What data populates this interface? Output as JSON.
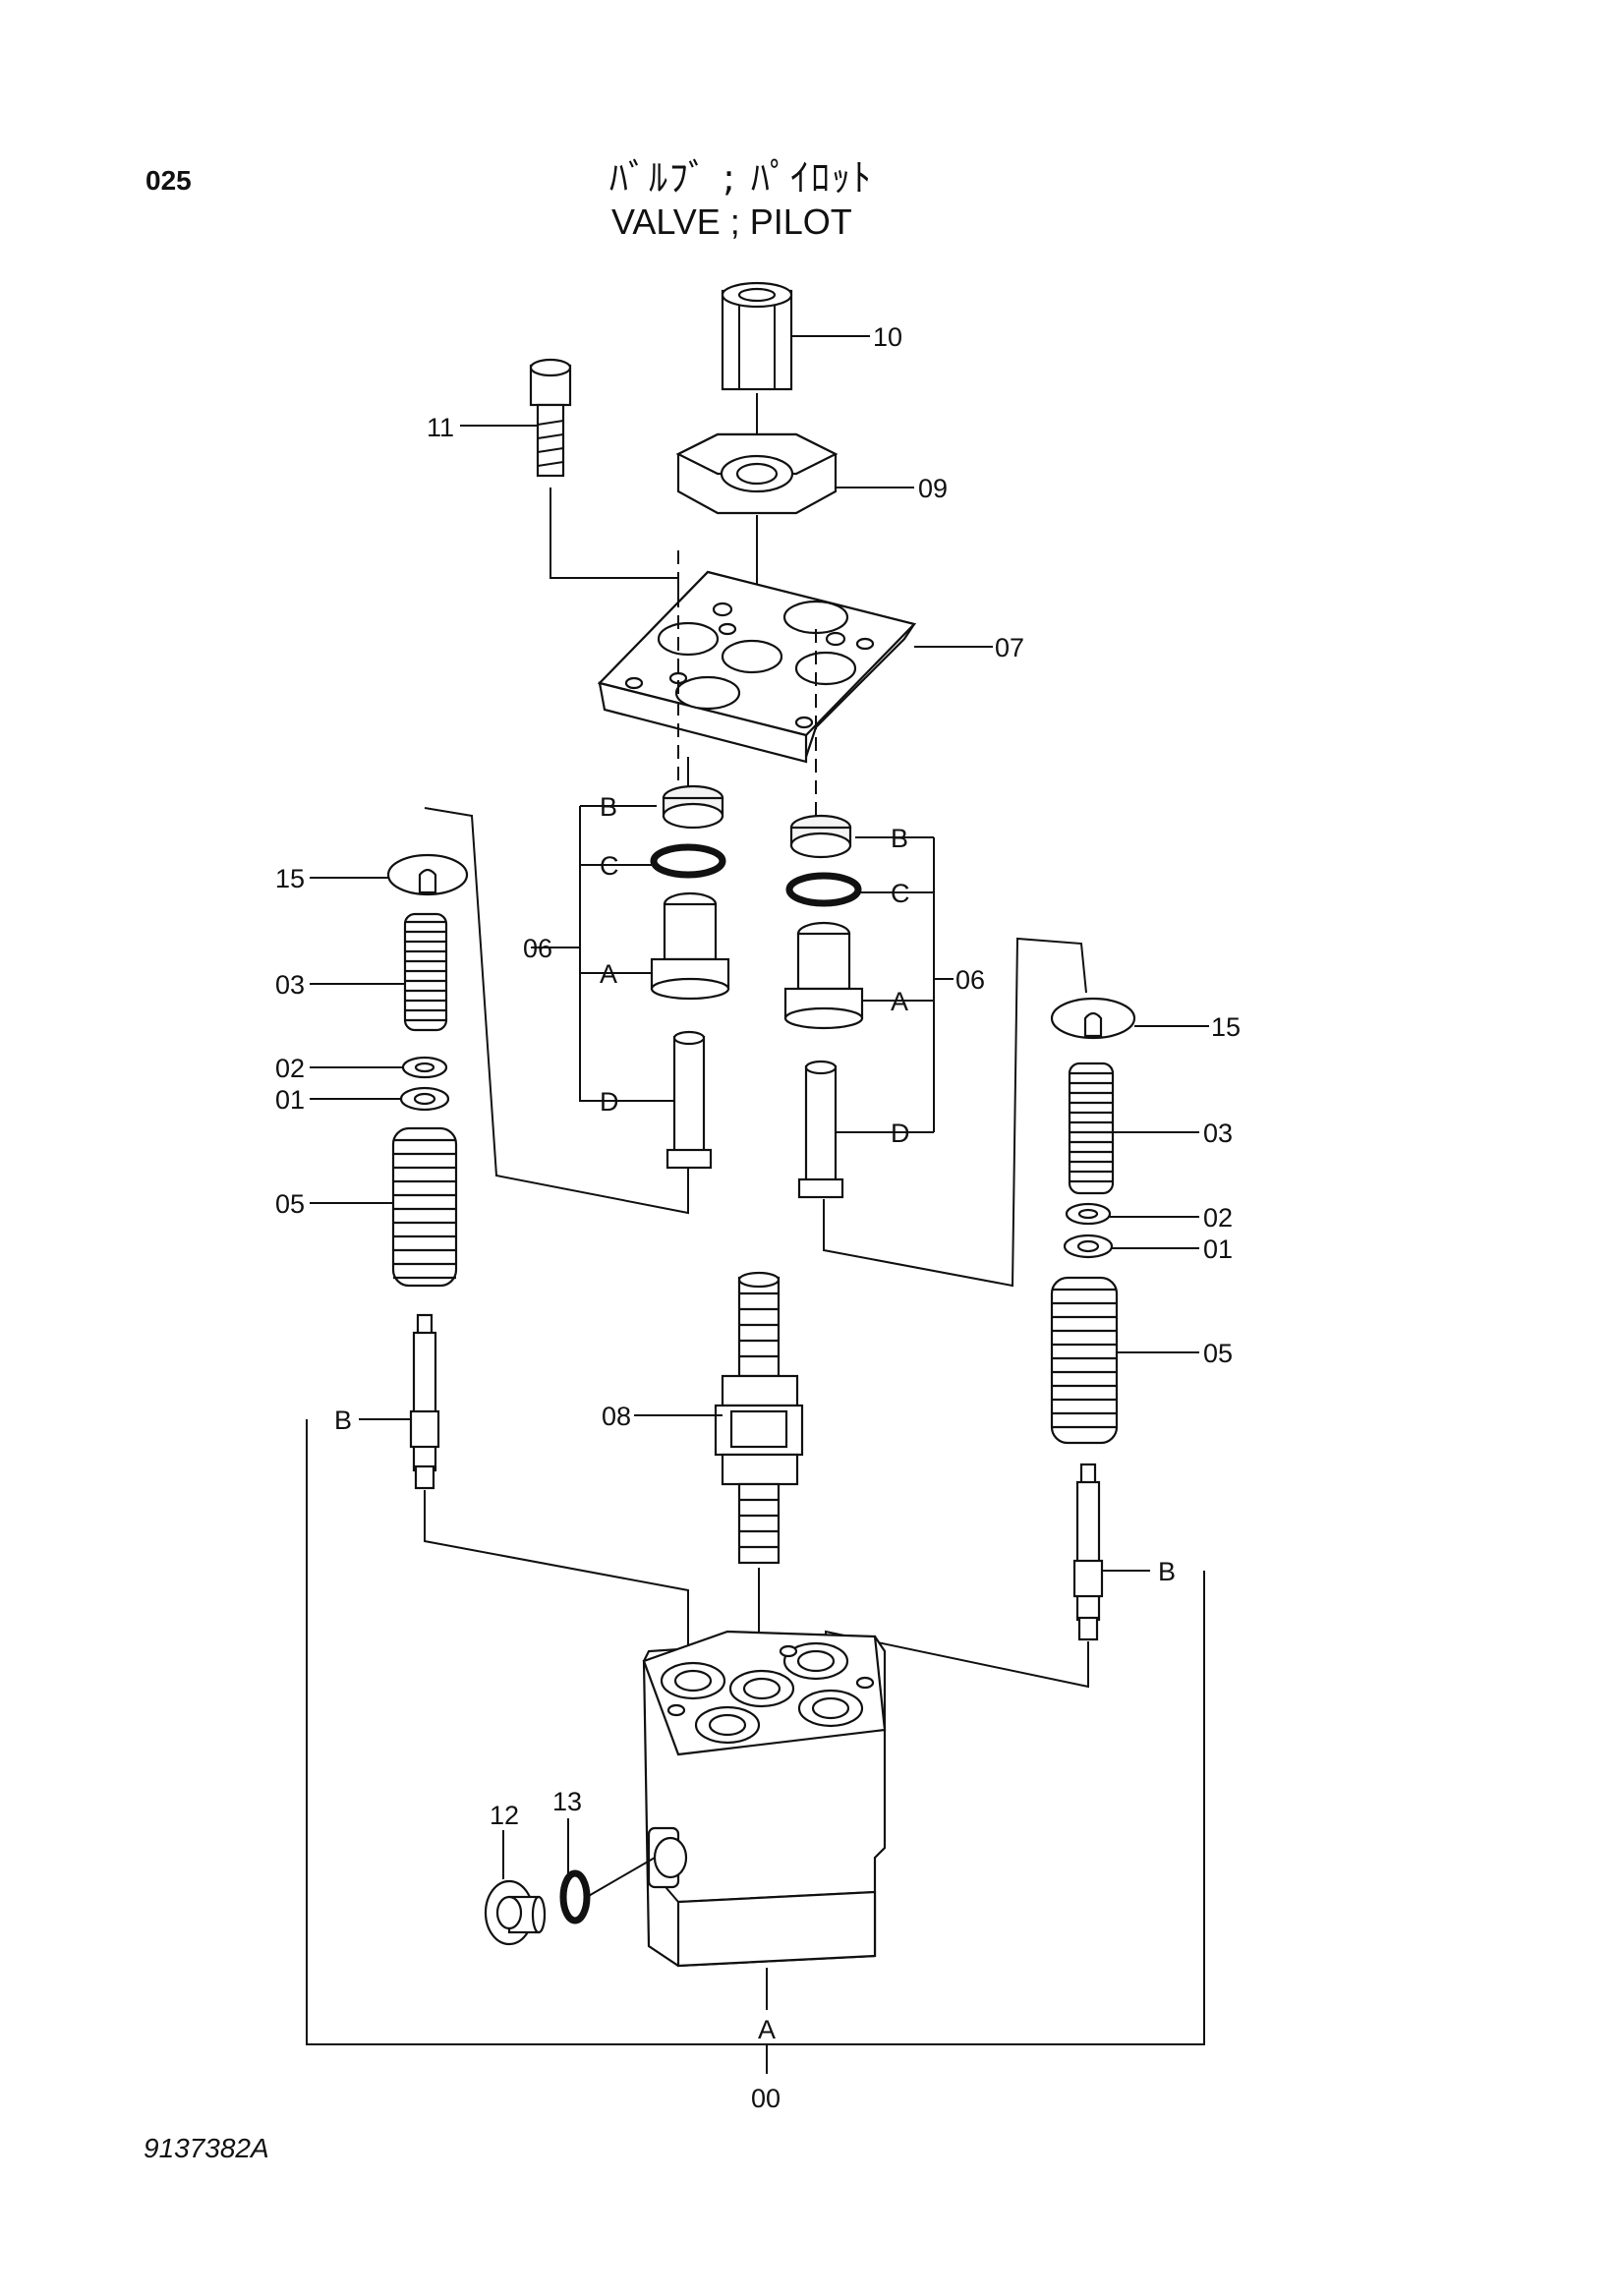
{
  "header": {
    "page_number": "025",
    "title_jp": "ﾊﾞﾙﾌﾞ ; ﾊﾟｲﾛｯﾄ",
    "title_en": "VALVE ; PILOT"
  },
  "footer": {
    "document_number": "9137382A"
  },
  "callouts": {
    "p00": "00",
    "p01_left": "01",
    "p01_right": "01",
    "p02_left": "02",
    "p02_right": "02",
    "p03_left": "03",
    "p03_right": "03",
    "p05_left": "05",
    "p05_right": "05",
    "p06_left": "06",
    "p06_right": "06",
    "p07": "07",
    "p08": "08",
    "p09": "09",
    "p10": "10",
    "p11": "11",
    "p12": "12",
    "p13": "13",
    "p15_left": "15",
    "p15_right": "15"
  },
  "sub_labels": {
    "A_body": "A",
    "left_B": "B",
    "left_C": "C",
    "left_A": "A",
    "left_D": "D",
    "right_B": "B",
    "right_C": "C",
    "right_A": "A",
    "right_D": "D",
    "pin_left_B": "B",
    "pin_right_B": "B"
  }
}
